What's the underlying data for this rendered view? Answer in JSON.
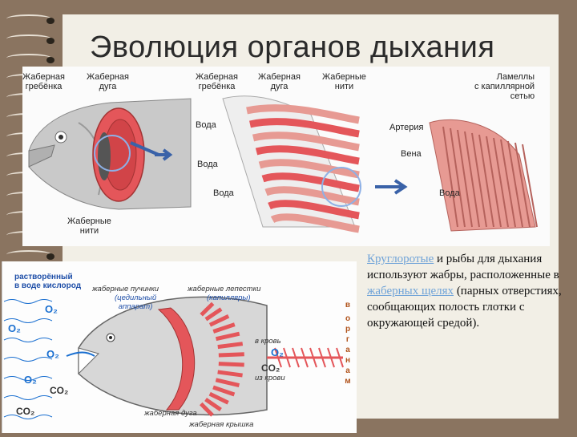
{
  "title": "Эволюция органов дыхания",
  "top_diagram": {
    "fish_labels": {
      "gill_rakers": "Жаберная\nгребёнка",
      "gill_arch": "Жаберная\nдуга",
      "gill_filaments": "Жаберные\nнити"
    },
    "detail_labels": {
      "gill_rakers": "Жаберная\nгребёнка",
      "gill_arch": "Жаберная\nдуга",
      "gill_filaments": "Жаберные\nнити",
      "water_1": "Вода",
      "water_2": "Вода",
      "water_3": "Вода"
    },
    "lamellae_labels": {
      "lamellae": "Ламеллы\nс капиллярной\nсетью",
      "artery": "Артерия",
      "vein": "Вена",
      "water": "Вода"
    }
  },
  "bottom_diagram": {
    "dissolved_oxygen": "растворённый\nв воде кислород",
    "gill_filaments": "жаберные пучинки",
    "filament_note": "(цедильный\nаппарат)",
    "gill_petals": "жаберные лепестки",
    "petals_note": "(капилляры)",
    "to_blood": "в кровь",
    "from_blood": "из крови",
    "gill_arch": "жаберная дуга",
    "gill_cover": "жаберная крышка",
    "o2": "O₂",
    "co2": "CO₂",
    "side_word": "органам",
    "gas_o2_positions_label": "O₂"
  },
  "description": {
    "part1_link": "Круглоротые",
    "part2": " и рыбы для дыхания используют жабры, расположенные в ",
    "part3_link": "жаберных щелях",
    "part4": " (парных отверстиях, сообщающих полость глотки с окружающей средой)."
  },
  "colors": {
    "gill_red": "#e4565a",
    "gill_pink": "#e79a93",
    "arrow_blue": "#3a62a8",
    "water_blue": "#1a6fd0"
  }
}
